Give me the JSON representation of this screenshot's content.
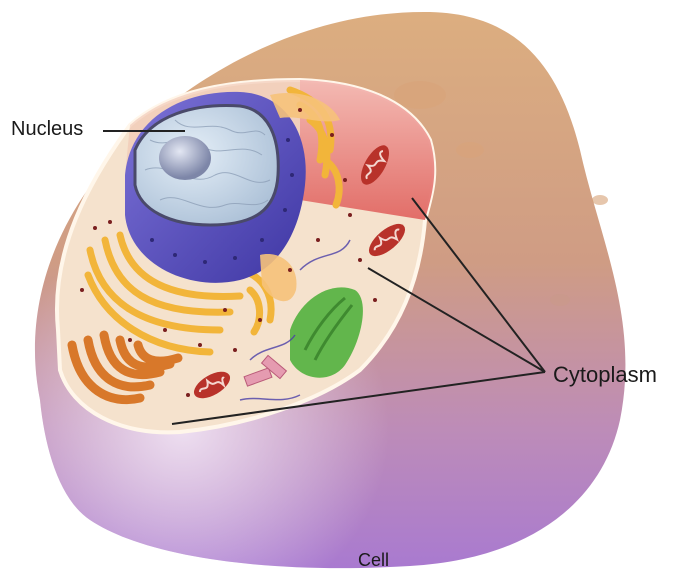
{
  "labels": {
    "nucleus": "Nucleus",
    "cytoplasm": "Cytoplasm",
    "cell": "Cell"
  },
  "colors": {
    "background": "#ffffff",
    "cell_outer_top": "#d9a06a",
    "cell_outer_bottom": "#b48ad0",
    "cytoplasm": "#f6e3cf",
    "cytoplasm_red": "#e85d5d",
    "nuclear_envelope": "#5a4fbf",
    "nucleoplasm": "#c9d9ea",
    "nucleolus": "#9aa6c4",
    "er_rough": "#f2b53a",
    "golgi": "#d8782a",
    "mitochondria": "#b8322a",
    "chloroplast_like_green": "#5fb24a",
    "leader_line": "#222222"
  }
}
